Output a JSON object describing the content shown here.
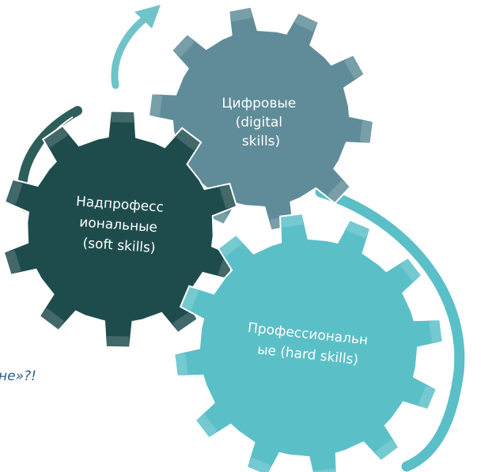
{
  "diagram": {
    "gears": [
      {
        "id": "digital",
        "lines": [
          "Цифровые",
          "(digital",
          "skills)"
        ],
        "color": "#5f8c98"
      },
      {
        "id": "soft",
        "lines": [
          "Надпрофесс",
          "иональные",
          "(soft skills)"
        ],
        "color": "#1e4c4d"
      },
      {
        "id": "hard",
        "lines": [
          "Профессиональн",
          "ые (hard skills)"
        ],
        "color": "#5bbfc7"
      }
    ],
    "partial_text": "не»?!"
  }
}
